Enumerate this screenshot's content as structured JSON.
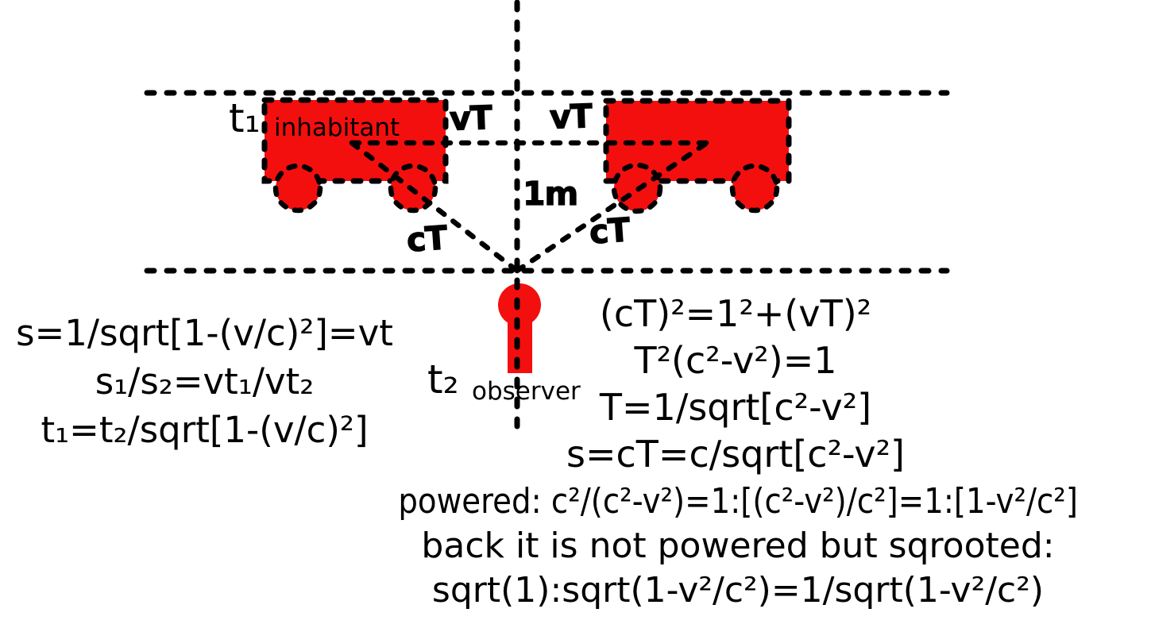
{
  "colors": {
    "accent_red": "#f40f0f",
    "ink": "#000000"
  },
  "labels": {
    "t1": "t₁",
    "inhabitant": "inhabitant",
    "vT_left": "vT",
    "vT_right": "vT",
    "one_meter": "1m",
    "cT_left": "cT",
    "cT_right": "cT",
    "t2": "t₂",
    "observer": "observer"
  },
  "equations": {
    "left": [
      "s=1/sqrt[1-(v/c)²]=vt",
      "s₁/s₂=vt₁/vt₂",
      "t₁=t₂/sqrt[1-(v/c)²]"
    ],
    "right": [
      "(cT)²=1²+(vT)²",
      "T²(c²-v²)=1",
      "T=1/sqrt[c²-v²]",
      "s=cT=c/sqrt[c²-v²]"
    ],
    "bottom": [
      "powered: c²/(c²-v²)=1:[(c²-v²)/c²]=1:[1-v²/c²]",
      "back it is not powered but sqrooted:",
      "sqrt(1):sqrt(1-v²/c²)=1/sqrt(1-v²/c²)"
    ]
  }
}
